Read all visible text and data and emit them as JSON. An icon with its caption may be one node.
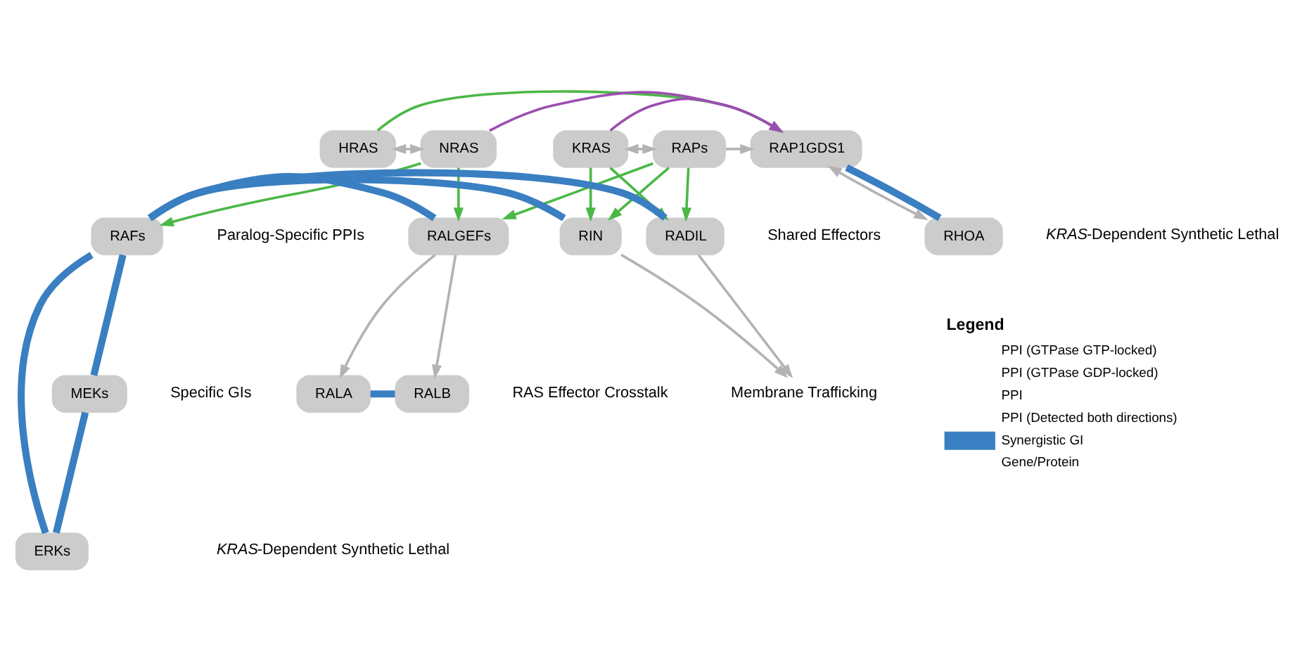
{
  "diagram": {
    "nodes": [
      {
        "text": [
          "HRAS"
        ]
      },
      {
        "text": [
          "NRAS"
        ]
      },
      {
        "text": [
          "KRAS"
        ]
      },
      {
        "text": [
          "RAPs"
        ]
      },
      {
        "text": [
          "RAP1GDS1"
        ]
      },
      {
        "text": [
          "RAFs"
        ]
      },
      {
        "text": [
          "RALGEFs"
        ]
      },
      {
        "text": [
          "RIN"
        ]
      },
      {
        "text": [
          "RADIL"
        ]
      },
      {
        "text": [
          "RHOA"
        ]
      },
      {
        "text": [
          "MEKs"
        ]
      },
      {
        "text": [
          "ERKs"
        ]
      },
      {
        "text": [
          "RALA"
        ]
      },
      {
        "text": [
          "RALB"
        ]
      },
      {
        "text": [
          "Membrane Trafficking"
        ]
      }
    ],
    "edges": [
      {
        "from": 0,
        "to": 1,
        "arrow": "both",
        "color": "#b3b3b3"
      },
      {
        "from": 0,
        "to": 4,
        "arrow": "to",
        "color": "#4cb847"
      },
      {
        "from": 1,
        "to": 4,
        "arrow": "to",
        "color": "#9b4fb0"
      },
      {
        "from": 2,
        "to": 4,
        "arrow": "to",
        "color": "#9b4fb0"
      },
      {
        "from": 2,
        "to": 3,
        "arrow": "both",
        "color": "#b3b3b3"
      },
      {
        "from": 3,
        "to": 4,
        "arrow": "to",
        "color": "#b3b3b3"
      },
      {
        "from": 4,
        "to": 9,
        "arrow": "both",
        "color": "#b3b3b3"
      },
      {
        "from": 4,
        "to": 9,
        "arrow": "none",
        "style": "thick",
        "color": "#3a7fc1"
      },
      {
        "from": 1,
        "to": 5,
        "arrow": "to",
        "color": "#4cb847"
      },
      {
        "from": 1,
        "to": 6,
        "arrow": "to",
        "color": "#4cb847"
      },
      {
        "from": 2,
        "to": 7,
        "arrow": "to",
        "color": "#4cb847"
      },
      {
        "from": 2,
        "to": 8,
        "arrow": "to",
        "color": "#4cb847"
      },
      {
        "from": 3,
        "to": 6,
        "arrow": "to",
        "color": "#4cb847"
      },
      {
        "from": 3,
        "to": 7,
        "arrow": "to",
        "color": "#4cb847"
      },
      {
        "from": 3,
        "to": 8,
        "arrow": "to",
        "color": "#4cb847"
      },
      {
        "from": 5,
        "to": 10,
        "arrow": "none",
        "style": "thick",
        "color": "#3a7fc1"
      },
      {
        "from": 10,
        "to": 11,
        "arrow": "none",
        "style": "thick",
        "color": "#3a7fc1"
      },
      {
        "from": 5,
        "to": 11,
        "arrow": "none",
        "style": "thick",
        "color": "#3a7fc1"
      },
      {
        "from": 5,
        "to": 6,
        "arrow": "none",
        "style": "thick",
        "color": "#3a7fc1"
      },
      {
        "from": 5,
        "to": 7,
        "arrow": "none",
        "style": "thick",
        "color": "#3a7fc1"
      },
      {
        "from": 5,
        "to": 8,
        "arrow": "none",
        "style": "thick",
        "color": "#3a7fc1"
      },
      {
        "from": 6,
        "to": 12,
        "arrow": "to",
        "color": "#b3b3b3"
      },
      {
        "from": 6,
        "to": 13,
        "arrow": "to",
        "color": "#b3b3b3"
      },
      {
        "from": 12,
        "to": 13,
        "arrow": "none",
        "style": "thick",
        "color": "#3a7fc1"
      },
      {
        "from": 7,
        "to": 14,
        "arrow": "to",
        "color": "#b3b3b3"
      },
      {
        "from": 8,
        "to": 14,
        "arrow": "to",
        "color": "#b3b3b3"
      }
    ],
    "labels": [
      "Paralog-Specific PPIs",
      "Shared Effectors",
      "*KRAS*-Dependent Synthetic Lethal",
      "Specific GIs",
      "Legend",
      "RAS Effector Crosstalk",
      "*KRAS*-Dependent Synthetic Lethal"
    ],
    "legend": [
      {
        "text": "PPI (GTPase GTP-locked)"
      },
      {
        "text": "PPI (GTPase GDP-locked)"
      },
      {
        "text": "PPI"
      },
      {
        "text": "PPI (Detected both directions)"
      },
      {
        "text": "Synergistic GI",
        "color": "#3a7fc1"
      },
      {
        "text": "Gene/Protein"
      }
    ]
  }
}
